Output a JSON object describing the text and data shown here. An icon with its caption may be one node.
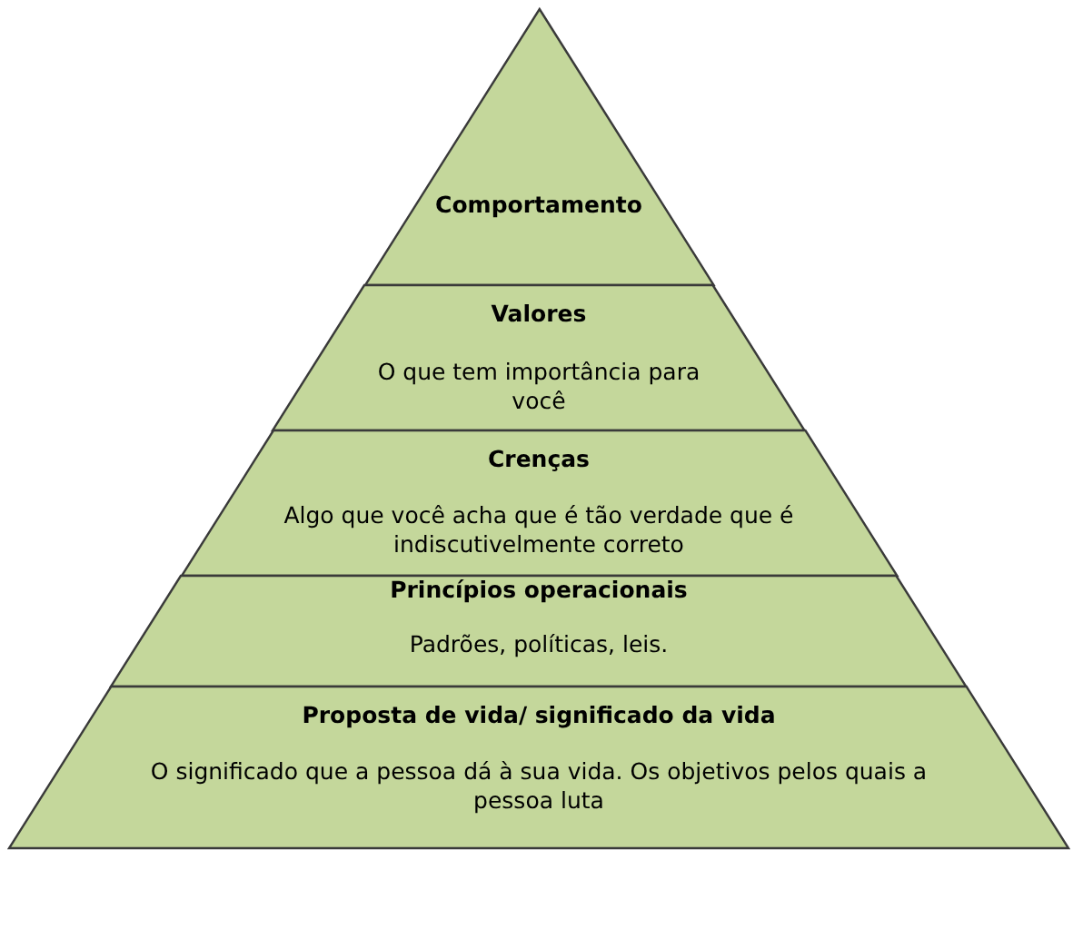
{
  "diagram": {
    "nodes": [
      {
        "text": [
          "Comportamento"
        ]
      },
      {
        "text": [
          "Valores",
          "O que tem importância para você"
        ]
      },
      {
        "text": [
          "Crenças",
          "Algo que você acha que é tão verdade que é indiscutivelmente correto"
        ]
      },
      {
        "text": [
          "Princípios operacionais",
          "Padrões, políticas, leis."
        ]
      },
      {
        "text": [
          "Proposta de vida/ significado da vida",
          "O significado que a pessoa dá à sua vida. Os objetivos pelos quais a pessoa luta"
        ]
      }
    ],
    "edges": []
  }
}
